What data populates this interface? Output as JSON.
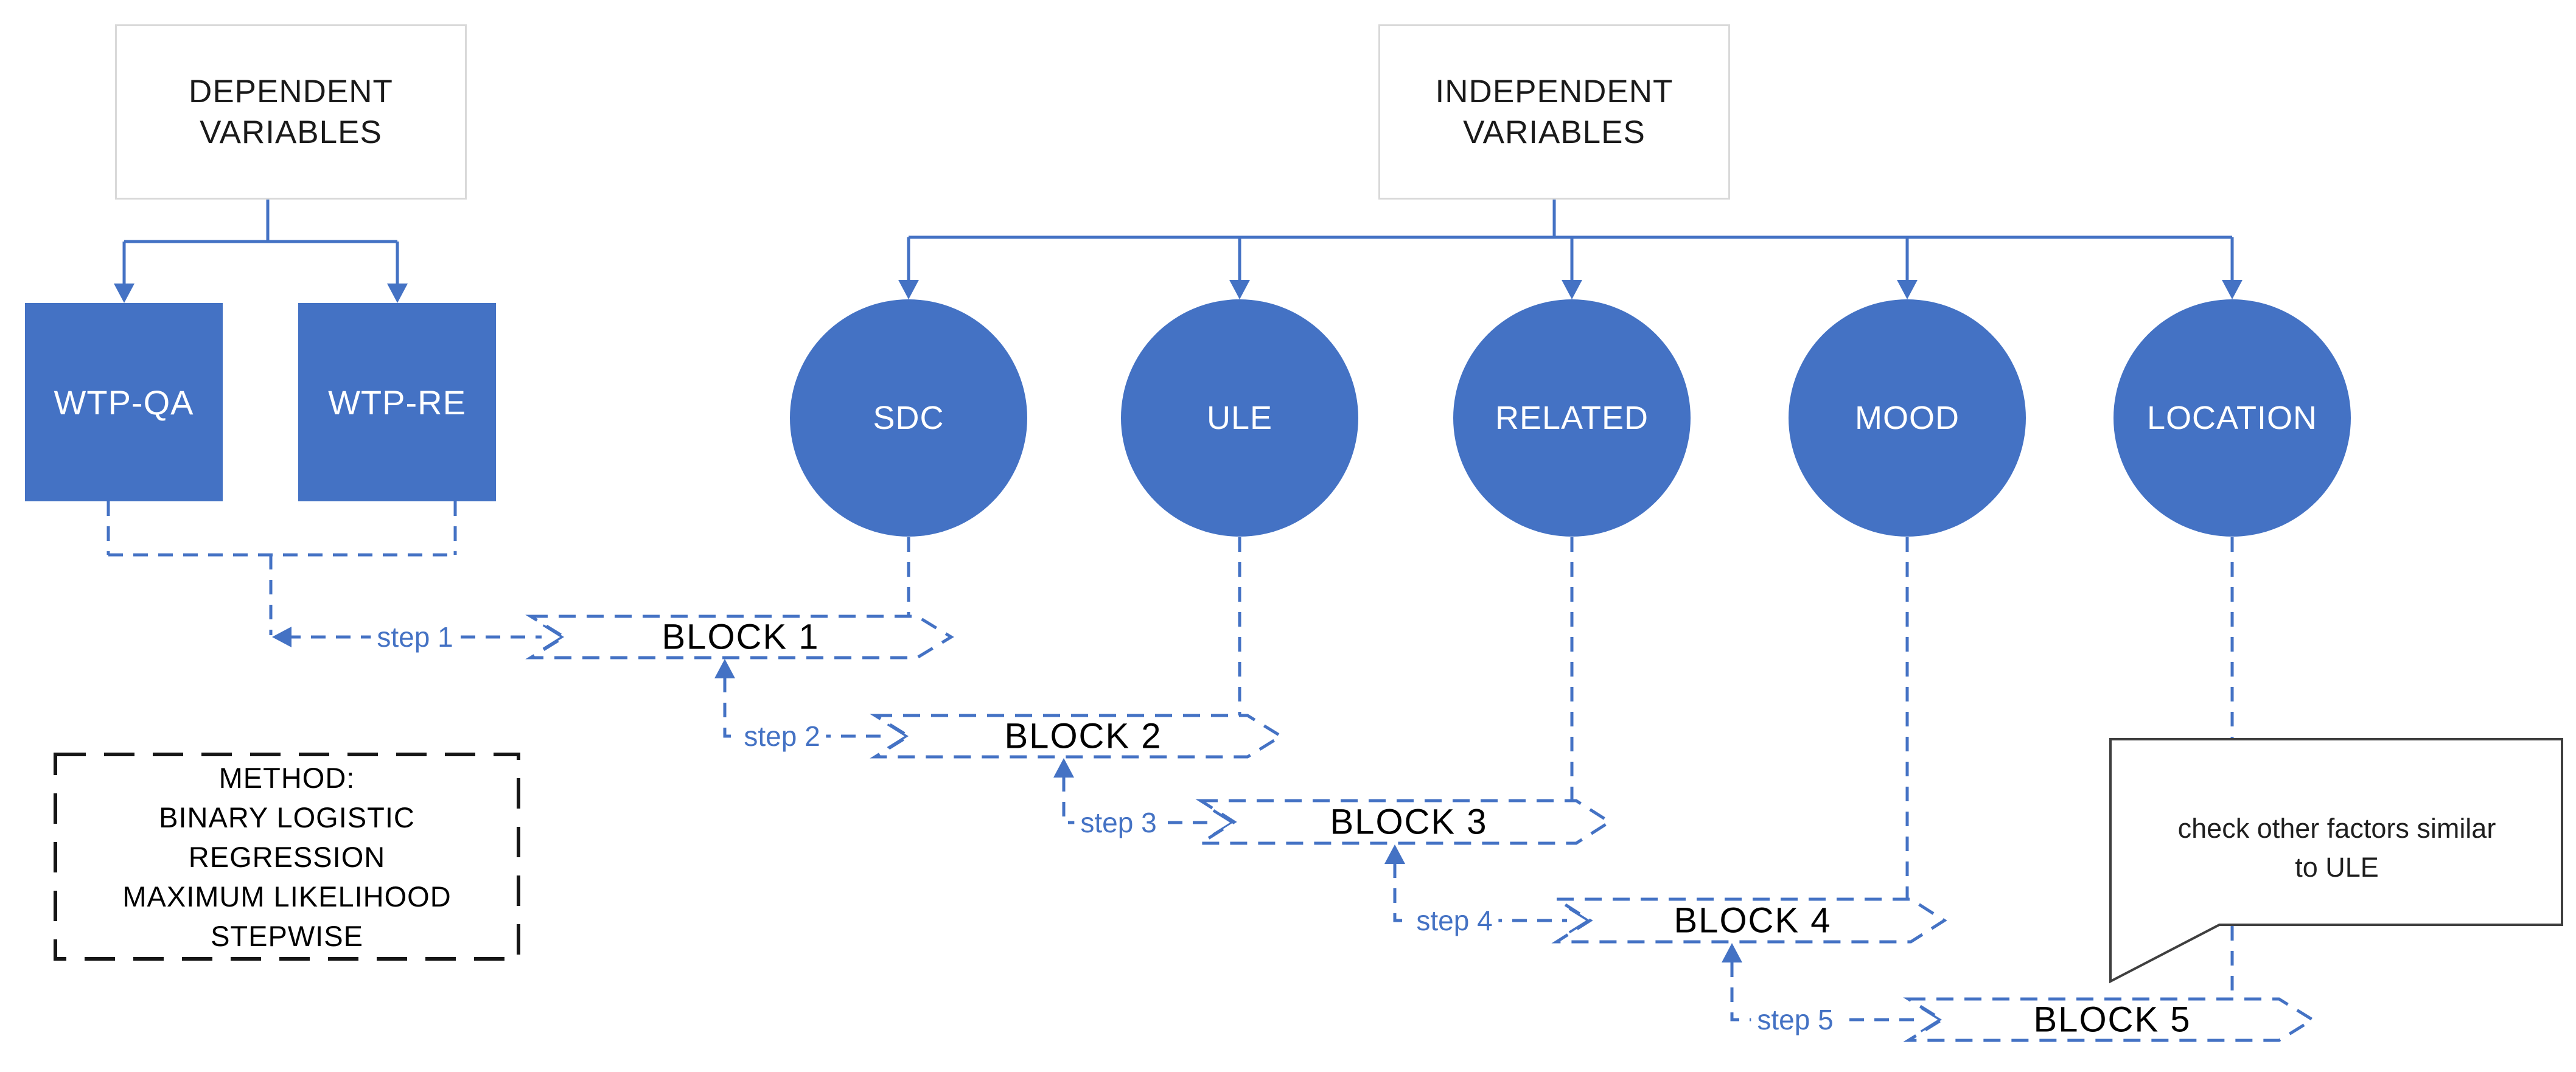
{
  "colors": {
    "accent_blue": "#4472C4",
    "header_border_gray": "#D9D9D9",
    "method_border_black": "#161616",
    "bubble_border_dark": "#3F3F3F",
    "block_text_black": "#000000",
    "shape_text_white": "#FFFFFF",
    "background": "#FFFFFF"
  },
  "headers": {
    "dependent": {
      "line1": "DEPENDENT",
      "line2": "VARIABLES"
    },
    "independent": {
      "line1": "INDEPENDENT",
      "line2": "VARIABLES"
    }
  },
  "dependent_vars": [
    {
      "label": "WTP-QA"
    },
    {
      "label": "WTP-RE"
    }
  ],
  "independent_vars": [
    {
      "label": "SDC"
    },
    {
      "label": "ULE"
    },
    {
      "label": "RELATED"
    },
    {
      "label": "MOOD"
    },
    {
      "label": "LOCATION"
    }
  ],
  "blocks": [
    {
      "label": "BLOCK 1"
    },
    {
      "label": "BLOCK 2"
    },
    {
      "label": "BLOCK 3"
    },
    {
      "label": "BLOCK 4"
    },
    {
      "label": "BLOCK 5"
    }
  ],
  "steps": [
    {
      "label": "step 1"
    },
    {
      "label": "step 2"
    },
    {
      "label": "step 3"
    },
    {
      "label": "step 4"
    },
    {
      "label": "step 5"
    }
  ],
  "method": {
    "lines": [
      "METHOD:",
      "BINARY LOGISTIC",
      "REGRESSION",
      "MAXIMUM LIKELIHOOD",
      "STEPWISE"
    ]
  },
  "callout": {
    "line1": "check other factors similar",
    "line2": "to ULE"
  }
}
